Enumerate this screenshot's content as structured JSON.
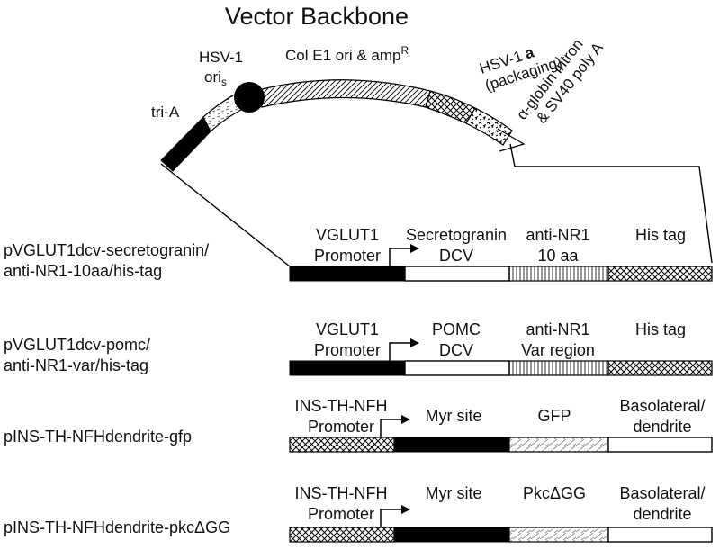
{
  "title": "Vector Backbone",
  "backbone_labels": {
    "tri_a": "tri-A",
    "hsv_oris_a": "HSV-1",
    "hsv_oris_b": "ori",
    "hsv_oris_sub": "s",
    "col_e1": "Col E1 ori & amp",
    "col_e1_sup": "R",
    "hsv_a_line1": "HSV-1",
    "hsv_a_bold": "a",
    "hsv_a_line2": "(packaging)",
    "globin_line1": "α-globin intron",
    "globin_line2": "& SV40 poly A"
  },
  "constructs": [
    {
      "name_line1": "pVGLUT1dcv-secretogranin/",
      "name_line2": "anti-NR1-10aa/his-tag",
      "segments": [
        {
          "label1": "VGLUT1",
          "label2": "Promoter"
        },
        {
          "label1": "Secretogranin",
          "label2": "DCV"
        },
        {
          "label1": "anti-NR1",
          "label2": "10 aa"
        },
        {
          "label1": "His tag",
          "label2": ""
        }
      ]
    },
    {
      "name_line1": "pVGLUT1dcv-pomc/",
      "name_line2": "anti-NR1-var/his-tag",
      "segments": [
        {
          "label1": "VGLUT1",
          "label2": "Promoter"
        },
        {
          "label1": "POMC",
          "label2": "DCV"
        },
        {
          "label1": "anti-NR1",
          "label2": "Var region"
        },
        {
          "label1": "His tag",
          "label2": ""
        }
      ]
    },
    {
      "name_line1": "pINS-TH-NFHdendrite-gfp",
      "name_line2": "",
      "segments": [
        {
          "label1": "INS-TH-NFH",
          "label2": "Promoter"
        },
        {
          "label1": "Myr site",
          "label2": ""
        },
        {
          "label1": "GFP",
          "label2": ""
        },
        {
          "label1": "Basolateral/",
          "label2": "dendrite"
        }
      ]
    },
    {
      "name_line1": "pINS-TH-NFHdendrite-pkcΔGG",
      "name_line2": "",
      "segments": [
        {
          "label1": "INS-TH-NFH",
          "label2": "Promoter"
        },
        {
          "label1": "Myr site",
          "label2": ""
        },
        {
          "label1": "PkcΔGG",
          "label2": ""
        },
        {
          "label1": "Basolateral/",
          "label2": "dendrite"
        }
      ]
    }
  ]
}
